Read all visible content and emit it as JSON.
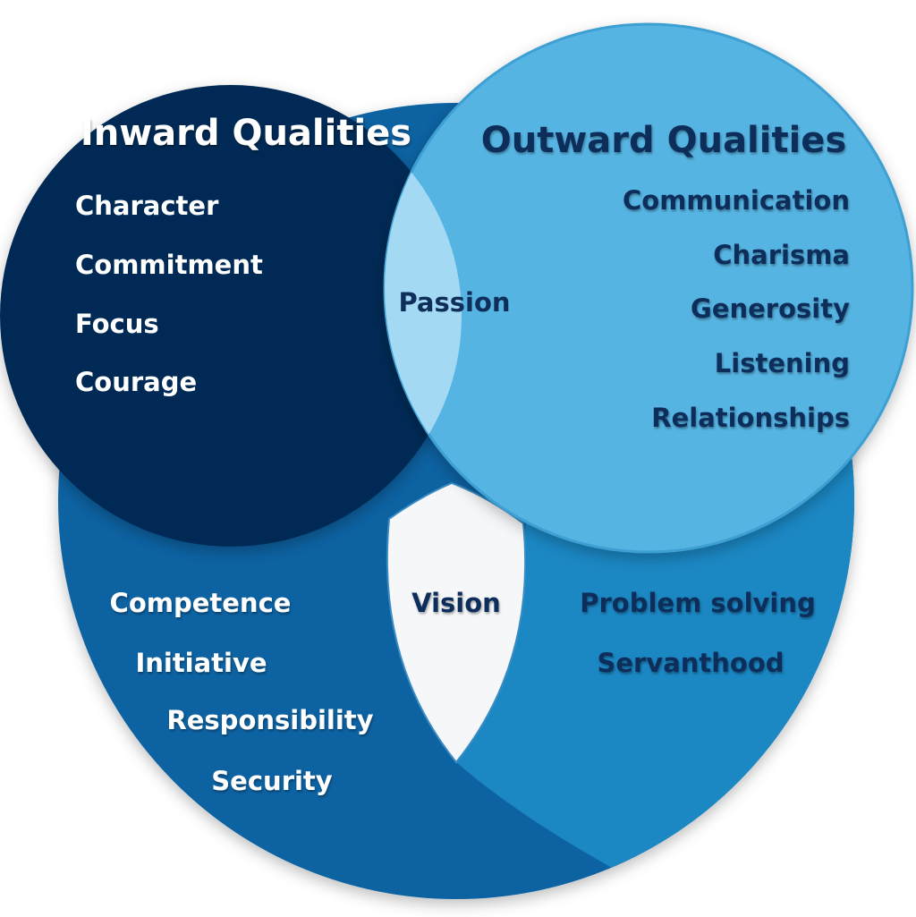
{
  "colors": {
    "inward": "#062c55",
    "outward": "#56b4e2",
    "overlap_passion": "#a3d9f3",
    "bottom_left": "#0862a2",
    "bottom_right": "#1b87c3",
    "vision": "#f6f7f9"
  },
  "inward": {
    "title": "Inward Qualities",
    "items": [
      "Character",
      "Commitment",
      "Focus",
      "Courage"
    ]
  },
  "outward": {
    "title": "Outward Qualities",
    "items": [
      "Communication",
      "Charisma",
      "Generosity",
      "Listening",
      "Relationships"
    ]
  },
  "overlap": {
    "passion": "Passion",
    "vision": "Vision"
  },
  "bottom_left": {
    "items": [
      "Competence",
      "Initiative",
      "Responsibility",
      "Security"
    ]
  },
  "bottom_right": {
    "items": [
      "Problem solving",
      "Servanthood"
    ]
  }
}
